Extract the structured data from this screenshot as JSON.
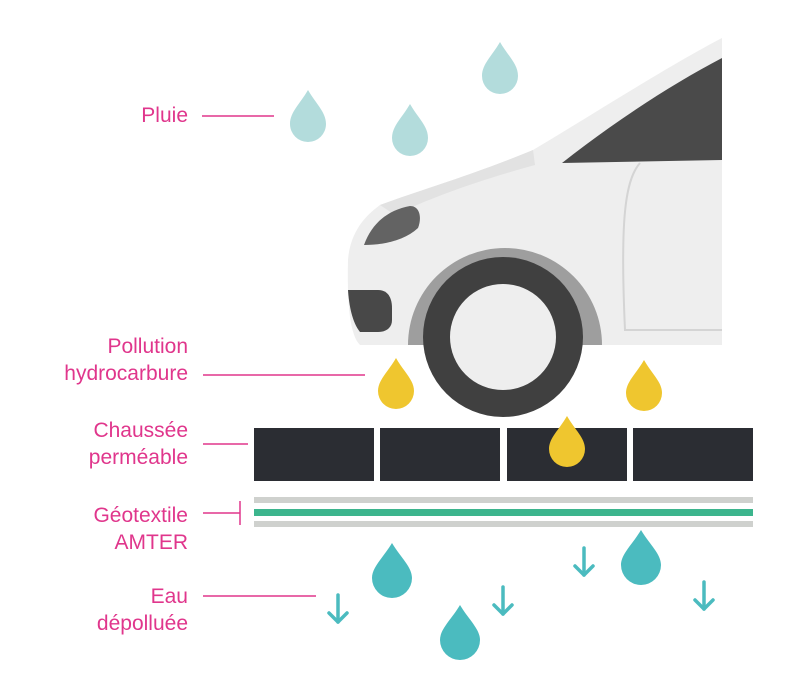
{
  "colors": {
    "label": "#e0368c",
    "rain_drop": "#b3dcdc",
    "pollution_drop": "#efc62f",
    "clean_water": "#4bbbbf",
    "pavement": "#2b2d33",
    "geotextile": "#3cb58d",
    "geotextile_border": "#cfd1ce",
    "car_body": "#eeeeee",
    "car_window": "#4a4a4a",
    "tire": "#404040"
  },
  "labels": {
    "pluie": "Pluie",
    "pollution_line1": "Pollution",
    "pollution_line2": "hydrocarbure",
    "chaussee_line1": "Chaussée",
    "chaussee_line2": "perméable",
    "geotextile_line1": "Géotextile",
    "geotextile_line2": "AMTER",
    "eau_line1": "Eau",
    "eau_line2": "dépolluée"
  }
}
